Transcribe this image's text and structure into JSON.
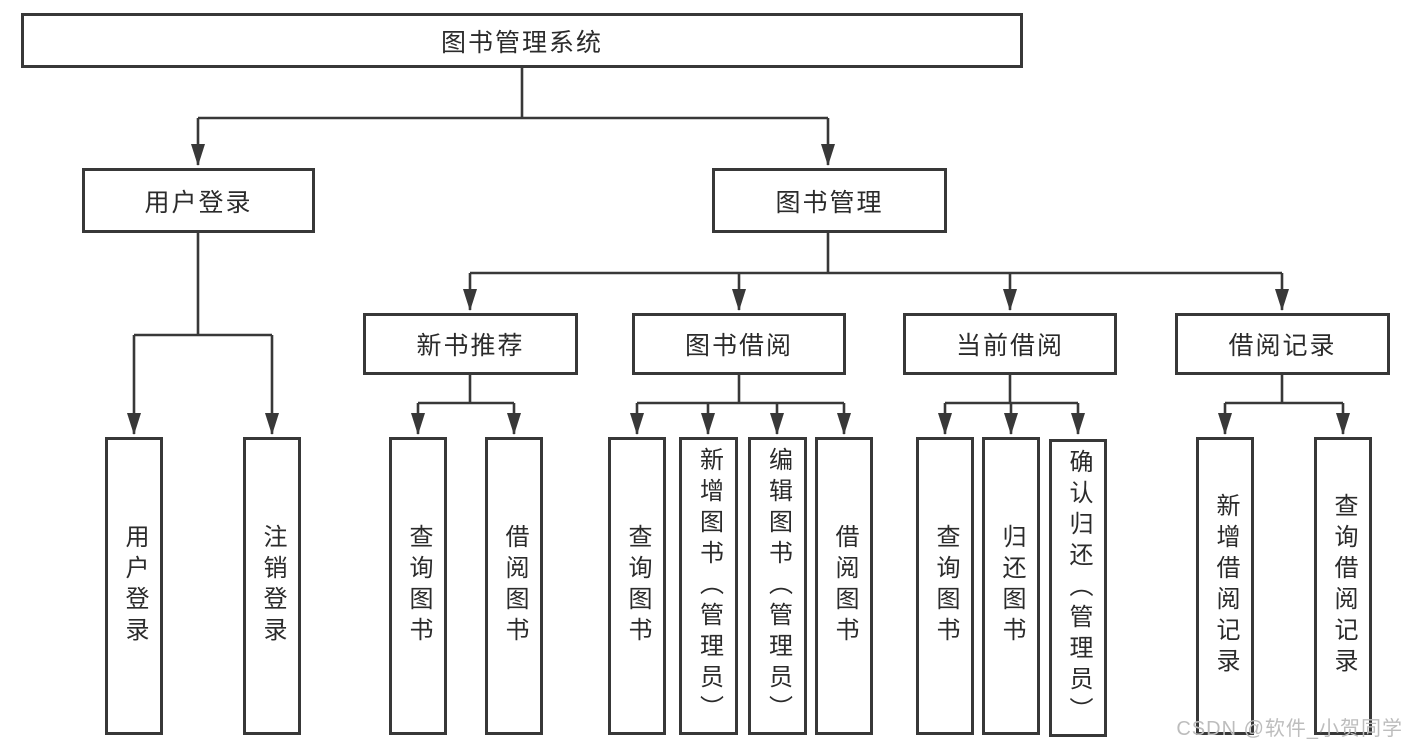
{
  "root": {
    "label": "图书管理系统"
  },
  "branches": [
    {
      "label": "用户登录",
      "leaves": [
        "用户登录",
        "注销登录"
      ]
    },
    {
      "label": "图书管理",
      "groups": [
        {
          "label": "新书推荐",
          "leaves": [
            "查询图书",
            "借阅图书"
          ]
        },
        {
          "label": "图书借阅",
          "leaves": [
            "查询图书",
            "新增图书（管理员）",
            "编辑图书（管理员）",
            "借阅图书"
          ]
        },
        {
          "label": "当前借阅",
          "leaves": [
            "查询图书",
            "归还图书",
            "确认归还（管理员）"
          ]
        },
        {
          "label": "借阅记录",
          "leaves": [
            "新增借阅记录",
            "查询借阅记录"
          ]
        }
      ]
    }
  ],
  "watermark": "CSDN @软件_小贺同学",
  "colors": {
    "line": "#383838",
    "box_border": "#383838",
    "box_fill": "#ffffff",
    "text": "#2b2b2b",
    "watermark": "#bdbdbd",
    "background": "#ffffff"
  }
}
